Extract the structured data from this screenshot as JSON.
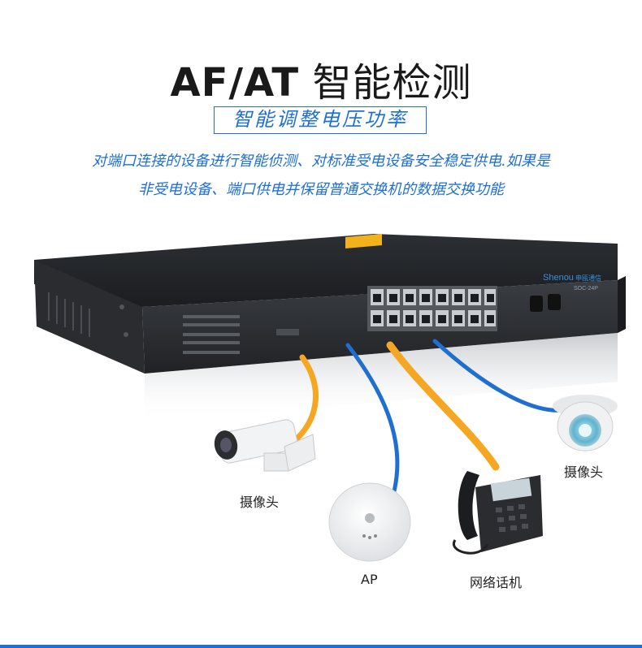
{
  "title": {
    "en": "AF/AT",
    "cn": "智能检测"
  },
  "subtitle": "智能调整电压功率",
  "description": {
    "line1": "对端口连接的设备进行智能侦测、对标准受电设备安全稳定供电.如果是",
    "line2": "非受电设备、端口供电并保留普通交换机的数据交换功能"
  },
  "switch": {
    "brand": "Shenou",
    "brand_cn": "申瓯通信",
    "model": "SOC-24P"
  },
  "devices": {
    "camera_left": "摄像头",
    "camera_right": "摄像头",
    "ap": "AP",
    "phone": "网络话机"
  },
  "colors": {
    "accent": "#1e6fd0",
    "cable_orange": "#f5a623",
    "cable_blue": "#1e6fd0"
  }
}
